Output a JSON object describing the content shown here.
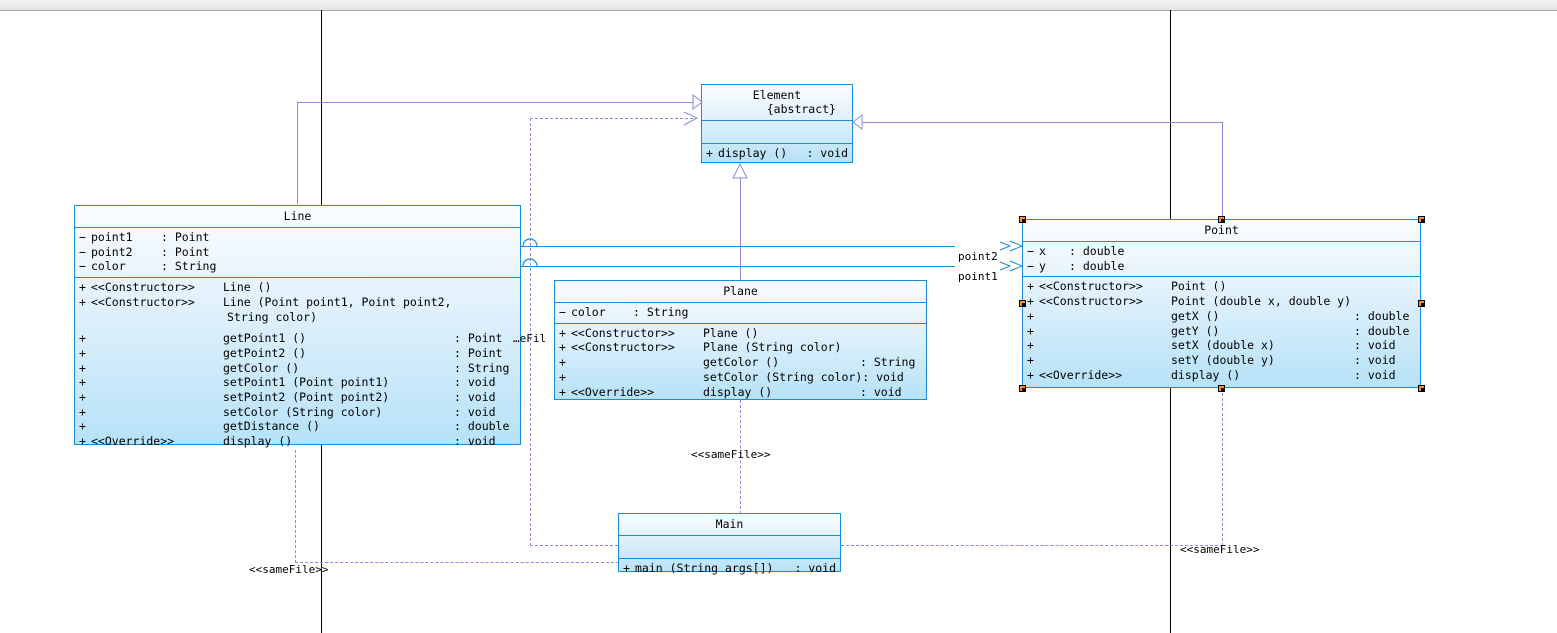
{
  "diagram": {
    "title": "UML Class Diagram",
    "type": "uml-class-diagram",
    "colors": {
      "class_border": "#1a8cdc",
      "class_fill_top": "#fbfdff",
      "class_fill_bottom": "#b6e2f8",
      "generalization": "#8a8ae0",
      "association": "#1a8cdc",
      "dependency": "#8a8ae0",
      "page_break": "#000000",
      "selection_handle": "#000000",
      "selection_accent": "#ff8c1a"
    }
  },
  "classes": {
    "element": {
      "name": "Element",
      "modifier": "{abstract}",
      "attributes": [],
      "operations": [
        {
          "vis": "+",
          "stereotype": "",
          "sig": "display ()",
          "ret": ": void"
        }
      ]
    },
    "line": {
      "name": "Line",
      "attributes": [
        {
          "vis": "−",
          "sig": "point1",
          "ret": ": Point"
        },
        {
          "vis": "−",
          "sig": "point2",
          "ret": ": Point"
        },
        {
          "vis": "−",
          "sig": "color",
          "ret": ": String"
        }
      ],
      "operations": [
        {
          "vis": "+",
          "stereotype": "<<Constructor>>",
          "sig": "Line ()",
          "ret": ""
        },
        {
          "vis": "+",
          "stereotype": "<<Constructor>>",
          "sig": "Line (Point point1, Point point2,",
          "ret": ""
        },
        {
          "vis": "",
          "stereotype": "",
          "sig": "String color)",
          "ret": ""
        },
        {
          "vis": "+",
          "stereotype": "",
          "sig": "getPoint1 ()",
          "ret": ": Point"
        },
        {
          "vis": "+",
          "stereotype": "",
          "sig": "getPoint2 ()",
          "ret": ": Point"
        },
        {
          "vis": "+",
          "stereotype": "",
          "sig": "getColor ()",
          "ret": ": String"
        },
        {
          "vis": "+",
          "stereotype": "",
          "sig": "setPoint1 (Point point1)",
          "ret": ": void"
        },
        {
          "vis": "+",
          "stereotype": "",
          "sig": "setPoint2 (Point point2)",
          "ret": ": void"
        },
        {
          "vis": "+",
          "stereotype": "",
          "sig": "setColor (String color)",
          "ret": ": void"
        },
        {
          "vis": "+",
          "stereotype": "",
          "sig": "getDistance ()",
          "ret": ": double"
        },
        {
          "vis": "+",
          "stereotype": "<<Override>>",
          "sig": "display ()",
          "ret": ": void"
        }
      ]
    },
    "plane": {
      "name": "Plane",
      "attributes": [
        {
          "vis": "−",
          "sig": "color",
          "ret": ": String"
        }
      ],
      "operations": [
        {
          "vis": "+",
          "stereotype": "<<Constructor>>",
          "sig": "Plane ()",
          "ret": ""
        },
        {
          "vis": "+",
          "stereotype": "<<Constructor>>",
          "sig": "Plane (String color)",
          "ret": ""
        },
        {
          "vis": "+",
          "stereotype": "",
          "sig": "getColor ()",
          "ret": ": String"
        },
        {
          "vis": "+",
          "stereotype": "",
          "sig": "setColor (String color)",
          "ret": ": void"
        },
        {
          "vis": "+",
          "stereotype": "<<Override>>",
          "sig": "display ()",
          "ret": ": void"
        }
      ]
    },
    "point": {
      "name": "Point",
      "selected": true,
      "attributes": [
        {
          "vis": "−",
          "sig": "x",
          "ret": ": double"
        },
        {
          "vis": "−",
          "sig": "y",
          "ret": ": double"
        }
      ],
      "operations": [
        {
          "vis": "+",
          "stereotype": "<<Constructor>>",
          "sig": "Point ()",
          "ret": ""
        },
        {
          "vis": "+",
          "stereotype": "<<Constructor>>",
          "sig": "Point (double x, double y)",
          "ret": ""
        },
        {
          "vis": "+",
          "stereotype": "",
          "sig": "getX ()",
          "ret": ": double"
        },
        {
          "vis": "+",
          "stereotype": "",
          "sig": "getY ()",
          "ret": ": double"
        },
        {
          "vis": "+",
          "stereotype": "",
          "sig": "setX (double x)",
          "ret": ": void"
        },
        {
          "vis": "+",
          "stereotype": "",
          "sig": "setY (double y)",
          "ret": ": void"
        },
        {
          "vis": "+",
          "stereotype": "<<Override>>",
          "sig": "display ()",
          "ret": ": void"
        }
      ]
    },
    "main": {
      "name": "Main",
      "attributes": [],
      "operations": [
        {
          "vis": "+",
          "stereotype": "",
          "sig": "main (String args[])",
          "ret": ": void"
        }
      ]
    }
  },
  "edge_labels": {
    "same_file_line": "<<sameFile>>",
    "same_file_line_clipped": "…eFil",
    "same_file_plane": "<<sameFile>>",
    "same_file_point": "<<sameFile>>",
    "assoc_point2": "point2",
    "assoc_point1": "point1"
  }
}
